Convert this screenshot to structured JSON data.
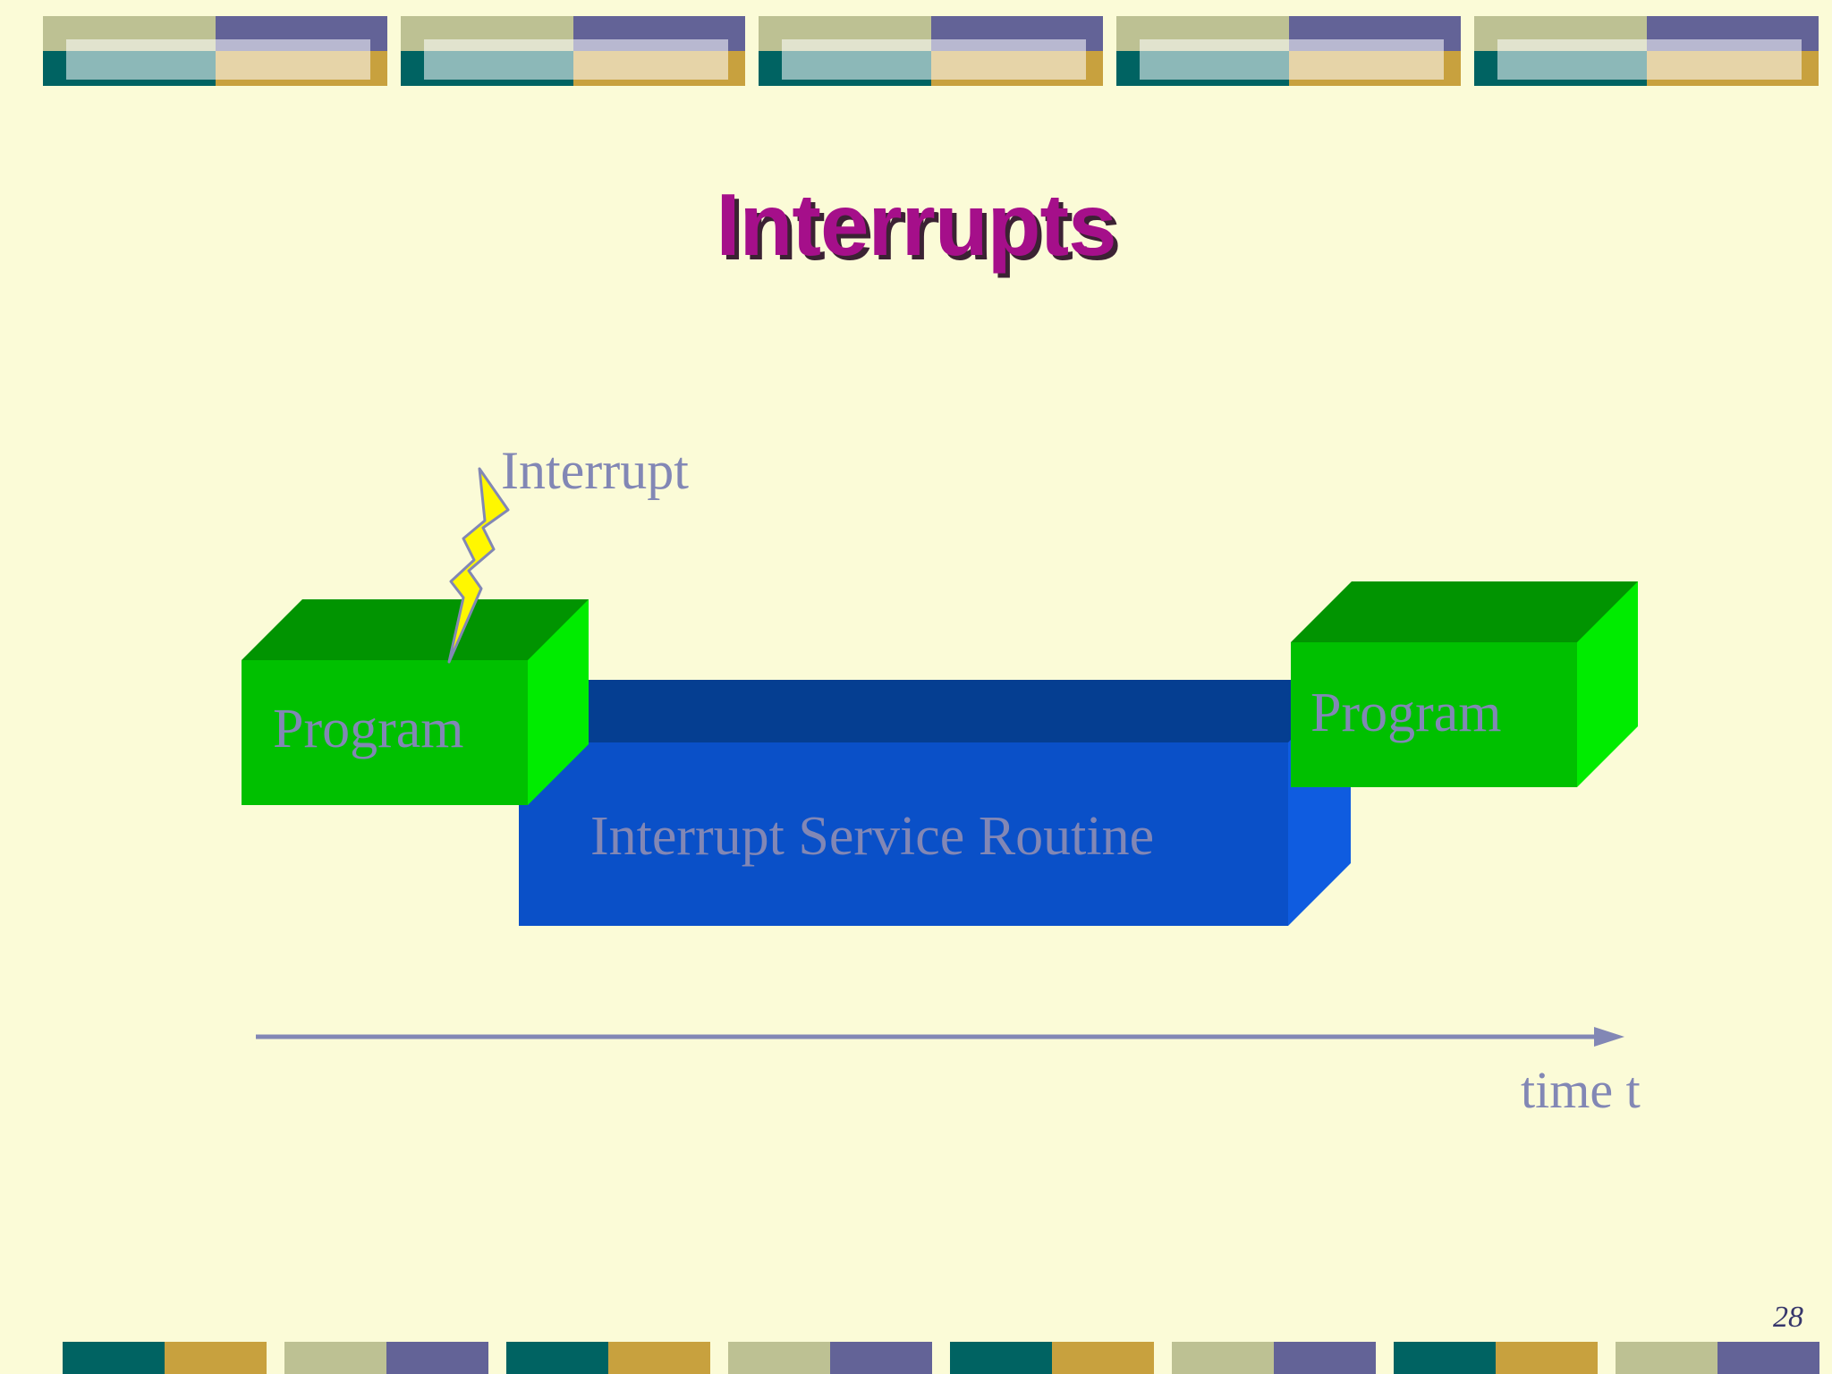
{
  "slide": {
    "title": "Interrupts",
    "page_number": "28",
    "background_color": "#fbfbd7",
    "title_color": "#a50f8a"
  },
  "decor": {
    "top_band": {
      "repeat_count": 5,
      "quadrant_colors": {
        "top_left": "#bdc193",
        "top_right": "#636397",
        "bottom_left": "#006362",
        "bottom_right": "#c8a13e"
      },
      "overlay": "rgba(255,255,255,0.55)"
    },
    "bottom_band": {
      "repeat_count": 8,
      "pair_a": [
        "#006362",
        "#c8a13e"
      ],
      "pair_b": [
        "#bdc193",
        "#636397"
      ]
    }
  },
  "diagram": {
    "type": "timeline",
    "label_color": "#8287b5",
    "interrupt_annotation": "Interrupt",
    "bolt_fill": "#fff700",
    "bolt_stroke": "#8287b5",
    "blocks": [
      {
        "label": "Program",
        "kind": "program",
        "front_color": "#00c000",
        "top_color": "#019401",
        "side_color": "#00ec00"
      },
      {
        "label": "Interrupt Service Routine",
        "kind": "isr",
        "front_color": "#0a50c8",
        "top_color": "#053e91",
        "side_color": "#0f5ce0"
      },
      {
        "label": "Program",
        "kind": "program",
        "front_color": "#00c000",
        "top_color": "#019401",
        "side_color": "#00ec00"
      }
    ],
    "axis": {
      "label": "time t",
      "direction": "left-to-right",
      "color": "#8287b5"
    }
  }
}
